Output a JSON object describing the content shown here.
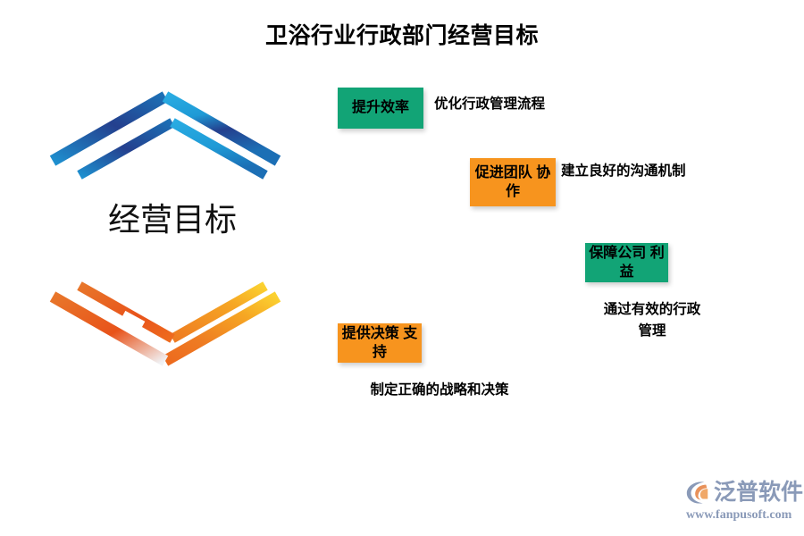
{
  "page": {
    "title": "卫浴行业行政部门经营目标",
    "background_color": "#ffffff"
  },
  "emblem": {
    "center_label": "经营目标",
    "shape": "hexagon-double-outline",
    "gradient_colors": {
      "cyan": "#29ABE2",
      "blue": "#1C6FB5",
      "navy": "#24408E",
      "orange": "#F0721E",
      "orange_red": "#E8531A",
      "yellow": "#FBD231"
    }
  },
  "goals": [
    {
      "chip_label": "提升效率",
      "chip_color": "#12A476",
      "description": "优化行政管理流程",
      "description_align": "left"
    },
    {
      "chip_label": "促进团队\n协作",
      "chip_color": "#F7941E",
      "description": "建立良好的沟通机制",
      "description_align": "left"
    },
    {
      "chip_label": "保障公司\n利益",
      "chip_color": "#12A476",
      "description": "通过有效的行政\n管理",
      "description_align": "center"
    },
    {
      "chip_label": "提供决策\n支持",
      "chip_color": "#F7941E",
      "description": "制定正确的战略和决策",
      "description_align": "center"
    }
  ],
  "brand": {
    "name": "泛普软件",
    "url": "www.fanpusoft.com",
    "color": "#8a9ab8",
    "accent_color": "#E8915A"
  }
}
